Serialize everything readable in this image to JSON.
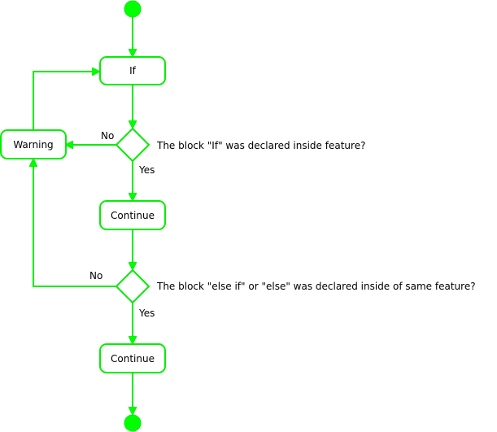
{
  "diagram": {
    "colors": {
      "stroke": "#00ee00",
      "fill": "#00ff00",
      "node_fill": "#ffffff",
      "text": "#000000"
    },
    "nodes": {
      "if_label": "If",
      "warning_label": "Warning",
      "continue_1_label": "Continue",
      "continue_2_label": "Continue"
    },
    "decisions": {
      "decision_1_question": "The block \"If\" was declared inside feature?",
      "decision_2_question": "The block \"else if\" or \"else\" was declared inside of same feature?"
    },
    "edges": {
      "d1_no_label": "No",
      "d1_yes_label": "Yes",
      "d2_no_label": "No",
      "d2_yes_label": "Yes"
    }
  }
}
